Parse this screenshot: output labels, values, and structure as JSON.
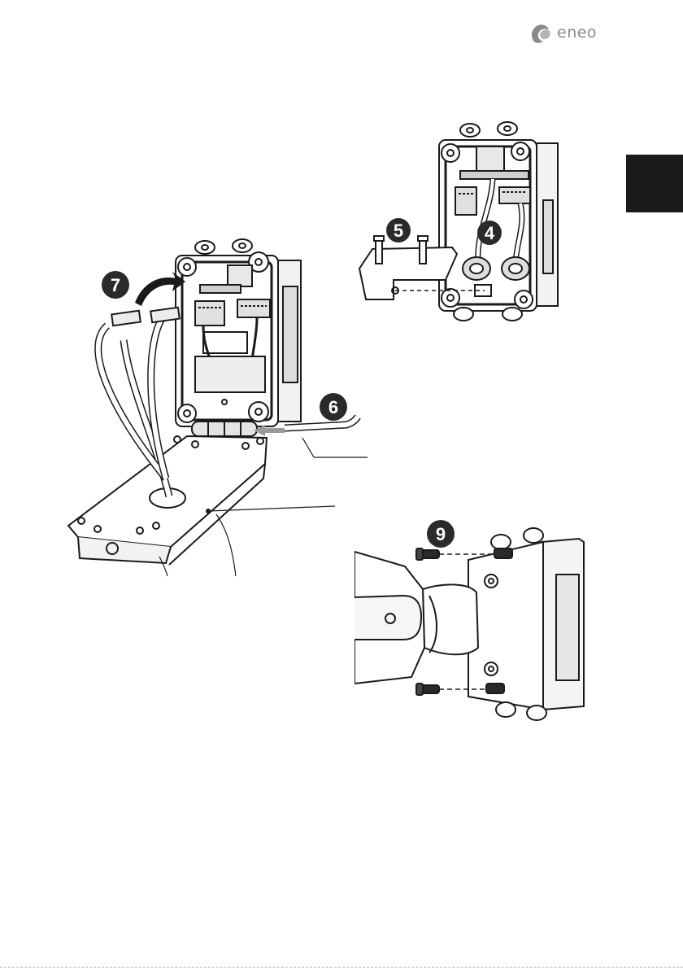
{
  "header": {
    "brand": "eneo"
  },
  "figures": {
    "enclosure_open": {
      "step_a": "7",
      "step_b": "6"
    },
    "gland_plate": {
      "step_a": "5",
      "step_b": "4"
    },
    "mount_bracket": {
      "step": "9"
    }
  },
  "colors": {
    "tab": "#1a1a1a",
    "badge": "#2a2a2a",
    "logo": "#8a8a8a",
    "arrow": "#9a9a9a"
  }
}
